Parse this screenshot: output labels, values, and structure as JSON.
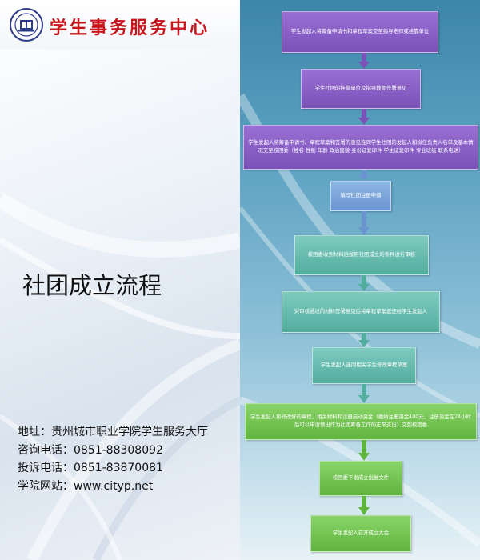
{
  "header": {
    "org_name": "学生事务服务中心",
    "logo_icon": "college-seal-icon",
    "brand_color": "#c8161d"
  },
  "main": {
    "title": "社团成立流程"
  },
  "contact": {
    "address": "地址：贵州城市职业学院学生服务大厅",
    "consult_phone": "咨询电话：0851-88308092",
    "complaint_phone": "投诉电话：0851-83870081",
    "website": "学院网站：www.cityp.net"
  },
  "flow": {
    "steps": [
      {
        "text": "学生发起人将筹备申请书和章程草案交至指导老师或挂靠单位",
        "color": "purple"
      },
      {
        "text": "学生社团的挂靠单位及指导教师签署意见",
        "color": "purple"
      },
      {
        "text": "学生发起人将筹备申请书、章程草案和签署的意见连同学生社团的发起人和拟任负责人名单及基本情况交至校团委（姓名 性别 年龄 政治面貌 身份证复印件 学生证复印件 专业班级 联系电话）",
        "color": "purple"
      },
      {
        "text": "填写社团注册申请",
        "color": "blue"
      },
      {
        "text": "校团委收到材料后按照社团成立的条件进行审核",
        "color": "teal"
      },
      {
        "text": "对审核通过的材料签署意见后将章程草案返还给学生发起人",
        "color": "teal"
      },
      {
        "text": "学生发起人连同相关学生修改章程草案",
        "color": "teal"
      },
      {
        "text": "学生发起人将修改好的章程、相关材料和注册启动资金（缴纳注册资金400元，注册资金在24小时后可以申请领出作为社团筹备工作的正常支出）交到校团委",
        "color": "green"
      },
      {
        "text": "校团委下发成立批复文件",
        "color": "green"
      },
      {
        "text": "学生发起人召开成立大会",
        "color": "green"
      }
    ],
    "arrow_colors": {
      "purple": "#7a52b8",
      "blue": "#6a95cf",
      "teal": "#52ad9f",
      "green": "#5fb43e"
    }
  }
}
